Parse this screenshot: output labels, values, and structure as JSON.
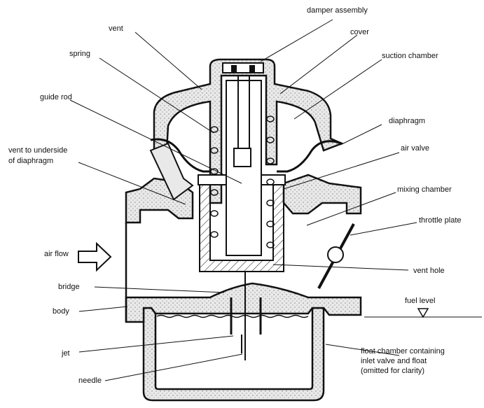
{
  "labels": {
    "damper_assembly": "damper assembly",
    "vent": "vent",
    "cover": "cover",
    "spring": "spring",
    "suction_chamber": "suction chamber",
    "guide_rod": "guide rod",
    "diaphragm": "diaphragm",
    "vent_underside_1": "vent to underside",
    "vent_underside_2": "of diaphragm",
    "air_valve": "air valve",
    "mixing_chamber": "mixing chamber",
    "throttle_plate": "throttle plate",
    "air_flow": "air flow",
    "vent_hole": "vent hole",
    "bridge": "bridge",
    "body": "body",
    "fuel_level": "fuel level",
    "jet": "jet",
    "float_chamber_1": "float chamber containing",
    "float_chamber_2": "inlet valve and float",
    "float_chamber_3": "(omitted for clarity)",
    "needle": "needle"
  }
}
